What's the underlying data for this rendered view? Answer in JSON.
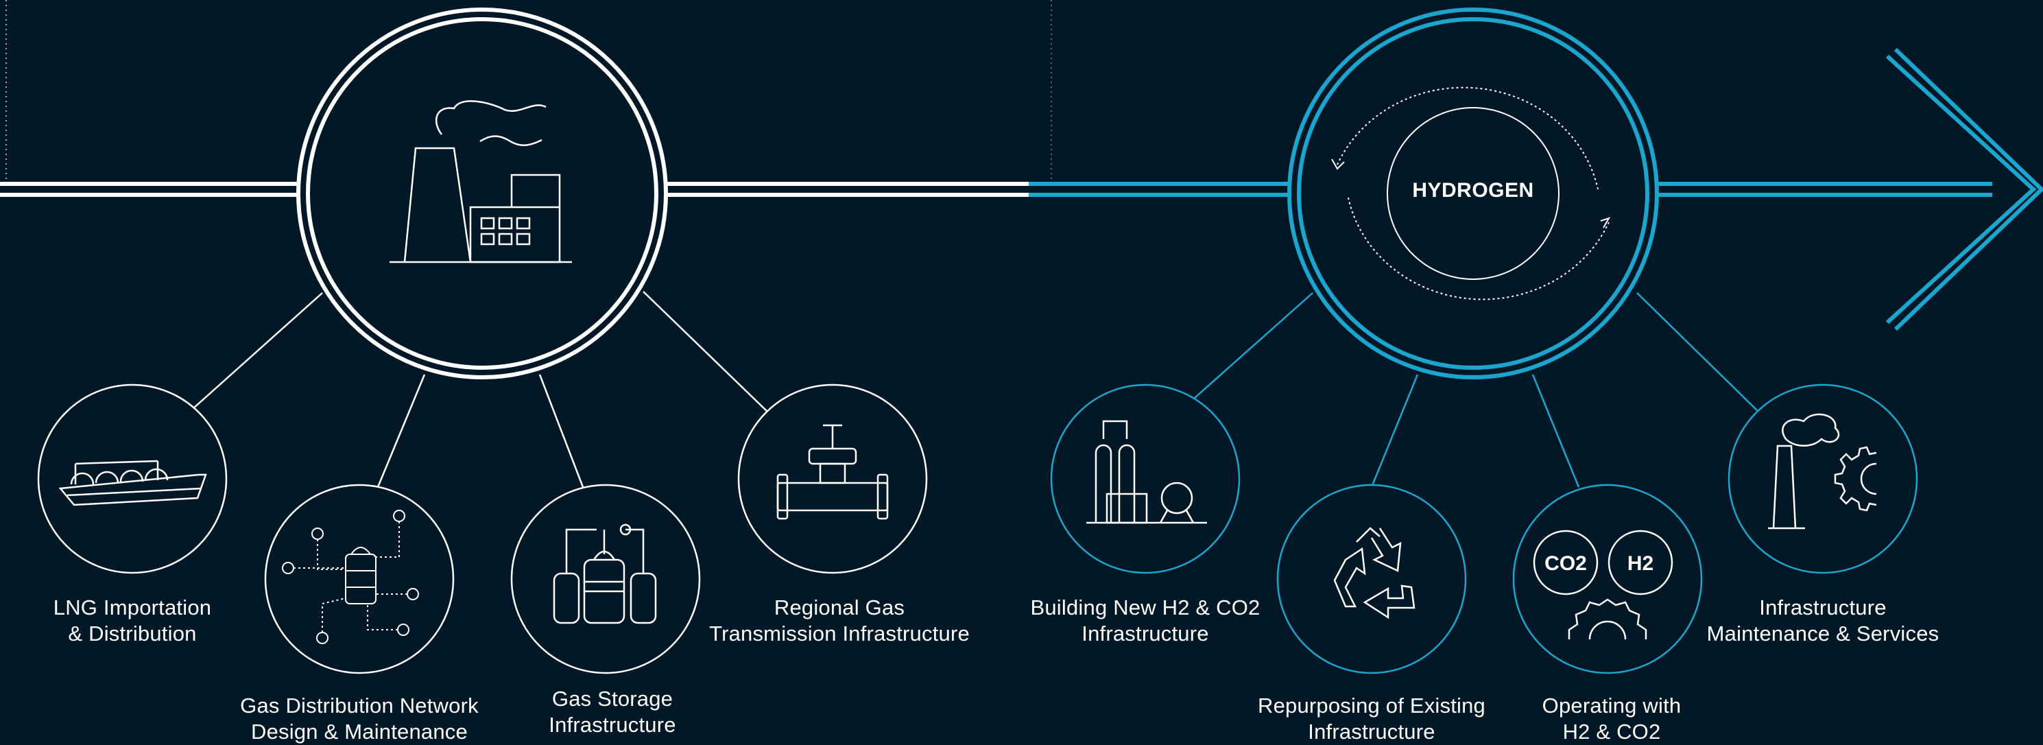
{
  "colors": {
    "background": "#021826",
    "natural_gas": "#ffffff",
    "hydrogen": "#1ba6cf"
  },
  "hydrogen_hub": {
    "label": "HYDROGEN"
  },
  "chips": {
    "co2": "CO2",
    "h2": "H2"
  },
  "gas_services": [
    {
      "icon": "lng-ship-icon",
      "line1": "LNG Importation",
      "line2": "& Distribution"
    },
    {
      "icon": "distribution-network-icon",
      "line1": "Gas Distribution Network",
      "line2": "Design & Maintenance"
    },
    {
      "icon": "gas-storage-icon",
      "line1": "Gas Storage",
      "line2": "Infrastructure"
    },
    {
      "icon": "pipeline-valve-icon",
      "line1": "Regional Gas",
      "line2": "Transmission Infrastructure"
    }
  ],
  "hydrogen_services": [
    {
      "icon": "h2-plant-icon",
      "line1": "Building New H2 & CO2",
      "line2": "Infrastructure"
    },
    {
      "icon": "recycle-icon",
      "line1": "Repurposing of Existing",
      "line2": "Infrastructure"
    },
    {
      "icon": "co2-h2-gear-icon",
      "line1": "Operating with",
      "line2": "H2 & CO2"
    },
    {
      "icon": "chimney-gear-icon",
      "line1": "Infrastructure",
      "line2": "Maintenance & Services"
    }
  ]
}
